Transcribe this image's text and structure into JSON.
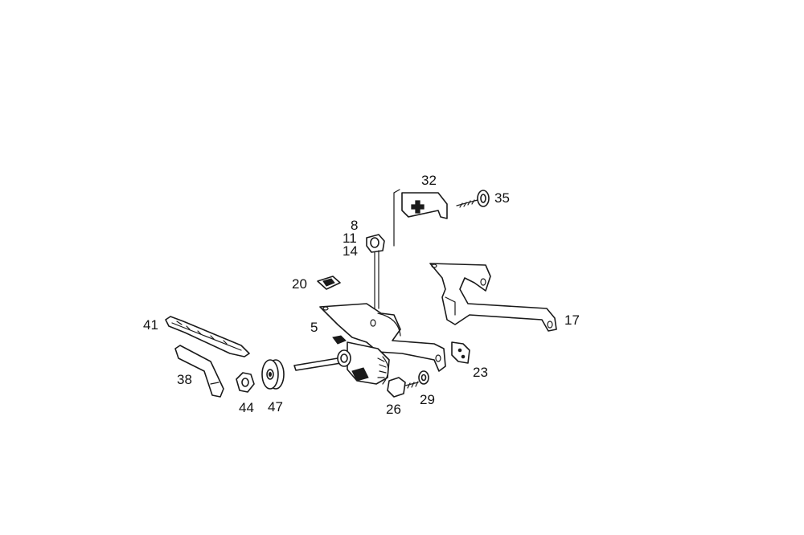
{
  "diagram": {
    "labels": {
      "p5": "5",
      "p8": "8",
      "p11": "11",
      "p14": "14",
      "p17": "17",
      "p20": "20",
      "p23": "23",
      "p26": "26",
      "p29": "29",
      "p32": "32",
      "p35": "35",
      "p38": "38",
      "p41": "41",
      "p44": "44",
      "p47": "47"
    }
  }
}
